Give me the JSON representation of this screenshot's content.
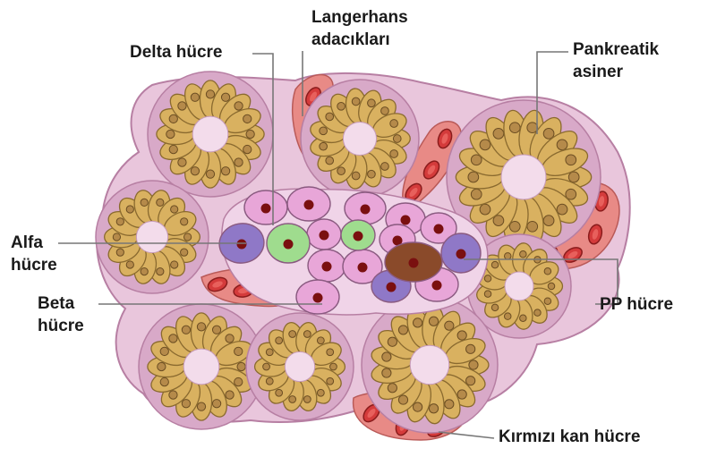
{
  "labels": {
    "langerhans": {
      "line1": "Langerhans",
      "line2": "adacıkları"
    },
    "delta": "Delta hücre",
    "pankreatik": {
      "line1": "Pankreatik",
      "line2": "asiner"
    },
    "alfa": {
      "line1": "Alfa",
      "line2": "hücre"
    },
    "beta": {
      "line1": "Beta",
      "line2": "hücre"
    },
    "pp": "PP hücre",
    "kirmizi": "Kırmızı kan hücre"
  },
  "colors": {
    "tissue_fill": "#e9c6dc",
    "tissue_stroke": "#b77fa3",
    "acinar_cell": "#d9b160",
    "acinar_stroke": "#8a6a2f",
    "acinar_nucleus": "#b58a4a",
    "lumen": "#f3dceb",
    "capillary": "#e88a86",
    "rbc": "#d43b3b",
    "beta_cell": "#e8a6d8",
    "alfa_cell": "#8f78c7",
    "delta_cell": "#9fdc8e",
    "pp_cell": "#8a4a2a",
    "cell_nucleus": "#7a1010",
    "leader_line": "#777777"
  }
}
